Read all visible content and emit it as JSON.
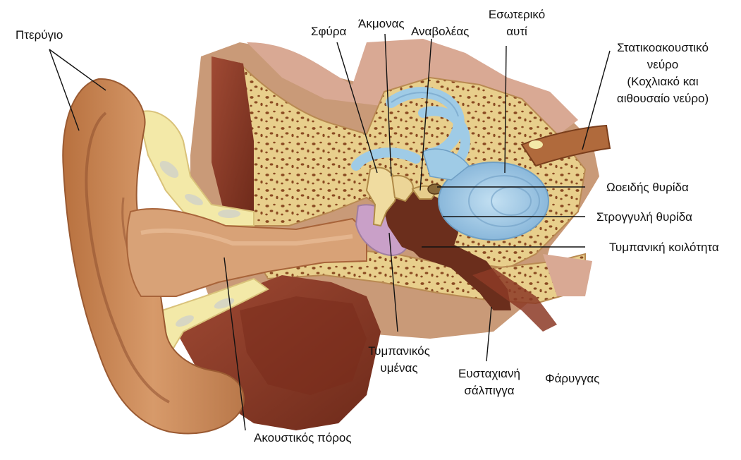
{
  "diagram": {
    "labels": {
      "pinna": "Πτερύγιο",
      "malleus": "Σφύρα",
      "incus": "Άκμονας",
      "stapes": "Αναβολέας",
      "inner_ear_1": "Εσωτερικό",
      "inner_ear_2": "αυτί",
      "nerve_1": "Στατικοακουστικό",
      "nerve_2": "νεύρο",
      "nerve_3": "(Κοχλιακό και",
      "nerve_4": "αιθουσαίο νεύρο)",
      "oval_window": "Ωοειδής θυρίδα",
      "round_window": "Στρογγυλή θυρίδα",
      "tympanic_cavity": "Τυμπανική κοιλότητα",
      "eardrum_1": "Τυμπανικός",
      "eardrum_2": "υμένας",
      "eustachian_1": "Ευσταχιανή",
      "eustachian_2": "σάλπιγγα",
      "pharynx": "Φάρυγγας",
      "ear_canal": "Ακουστικός πόρος"
    },
    "colors": {
      "skin": "#c98a5a",
      "skin_dark": "#a8643a",
      "skin_light": "#e3b088",
      "bone": "#e8cf8c",
      "bone_spots": "#8a4a22",
      "muscle": "#8c3a26",
      "cartilage": "#f3e9a8",
      "inner_ear": "#9fcbe6",
      "inner_ear_dark": "#6f9fc4",
      "cavity": "#6b2e1c",
      "eardrum": "#c9a0c8",
      "tissue_pink": "#c9857a"
    }
  }
}
